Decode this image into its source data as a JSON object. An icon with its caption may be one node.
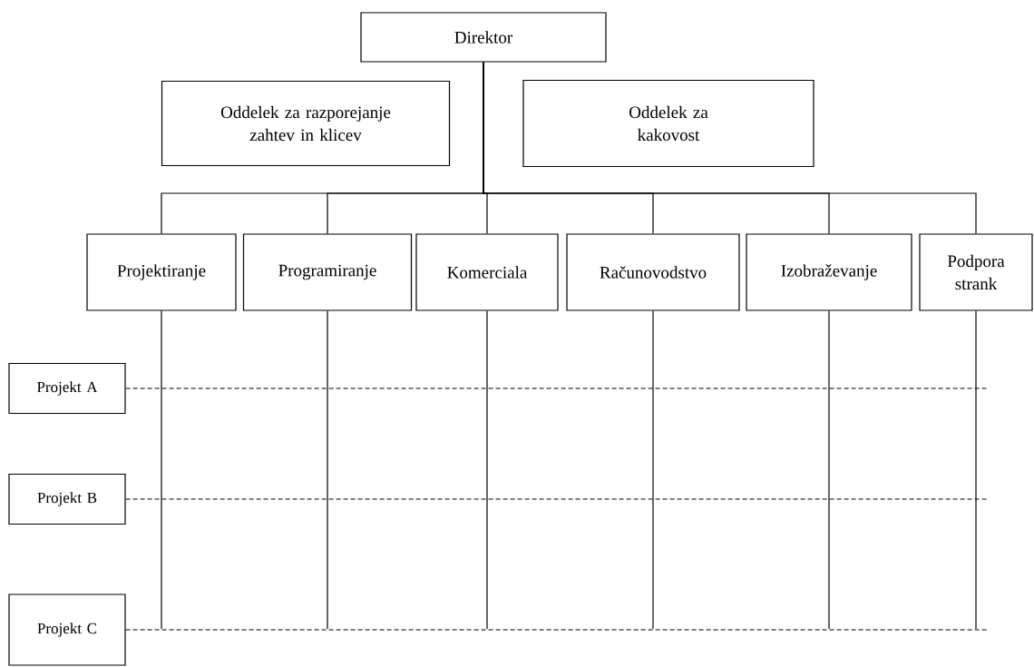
{
  "diagram": {
    "nodes": [
      {
        "text": [
          "Direktor"
        ]
      },
      {
        "text": [
          "Oddelek za razporejanje zahtev in klicev"
        ]
      },
      {
        "text": [
          "Oddelek za kakovost"
        ]
      },
      {
        "text": [
          "Projektiranje"
        ]
      },
      {
        "text": [
          "Programiranje"
        ]
      },
      {
        "text": [
          "Komerciala"
        ]
      },
      {
        "text": [
          "Računovodstvo"
        ]
      },
      {
        "text": [
          "Izobraževanje"
        ]
      },
      {
        "text": [
          "Podpora strank"
        ]
      },
      {
        "text": [
          "Projekt A"
        ]
      },
      {
        "text": [
          "Projekt B"
        ]
      },
      {
        "text": [
          "Projekt C"
        ]
      }
    ],
    "edges": [
      {
        "from": 0,
        "to": 3,
        "arrow": "none"
      },
      {
        "from": 0,
        "to": 4,
        "arrow": "none"
      },
      {
        "from": 0,
        "to": 5,
        "arrow": "none"
      },
      {
        "from": 0,
        "to": 6,
        "arrow": "none"
      },
      {
        "from": 0,
        "to": 7,
        "arrow": "none"
      },
      {
        "from": 0,
        "to": 8,
        "arrow": "none"
      },
      {
        "from": 3,
        "to": null,
        "arrow": "none"
      },
      {
        "from": 4,
        "to": null,
        "arrow": "none"
      },
      {
        "from": 5,
        "to": null,
        "arrow": "none"
      },
      {
        "from": 6,
        "to": null,
        "arrow": "none"
      },
      {
        "from": 7,
        "to": null,
        "arrow": "none"
      },
      {
        "from": 8,
        "to": null,
        "arrow": "none"
      },
      {
        "from": 9,
        "to": null,
        "arrow": "none",
        "style": "dashed"
      },
      {
        "from": 10,
        "to": null,
        "arrow": "none",
        "style": "dashed"
      },
      {
        "from": 11,
        "to": null,
        "arrow": "none",
        "style": "dashed"
      }
    ]
  }
}
